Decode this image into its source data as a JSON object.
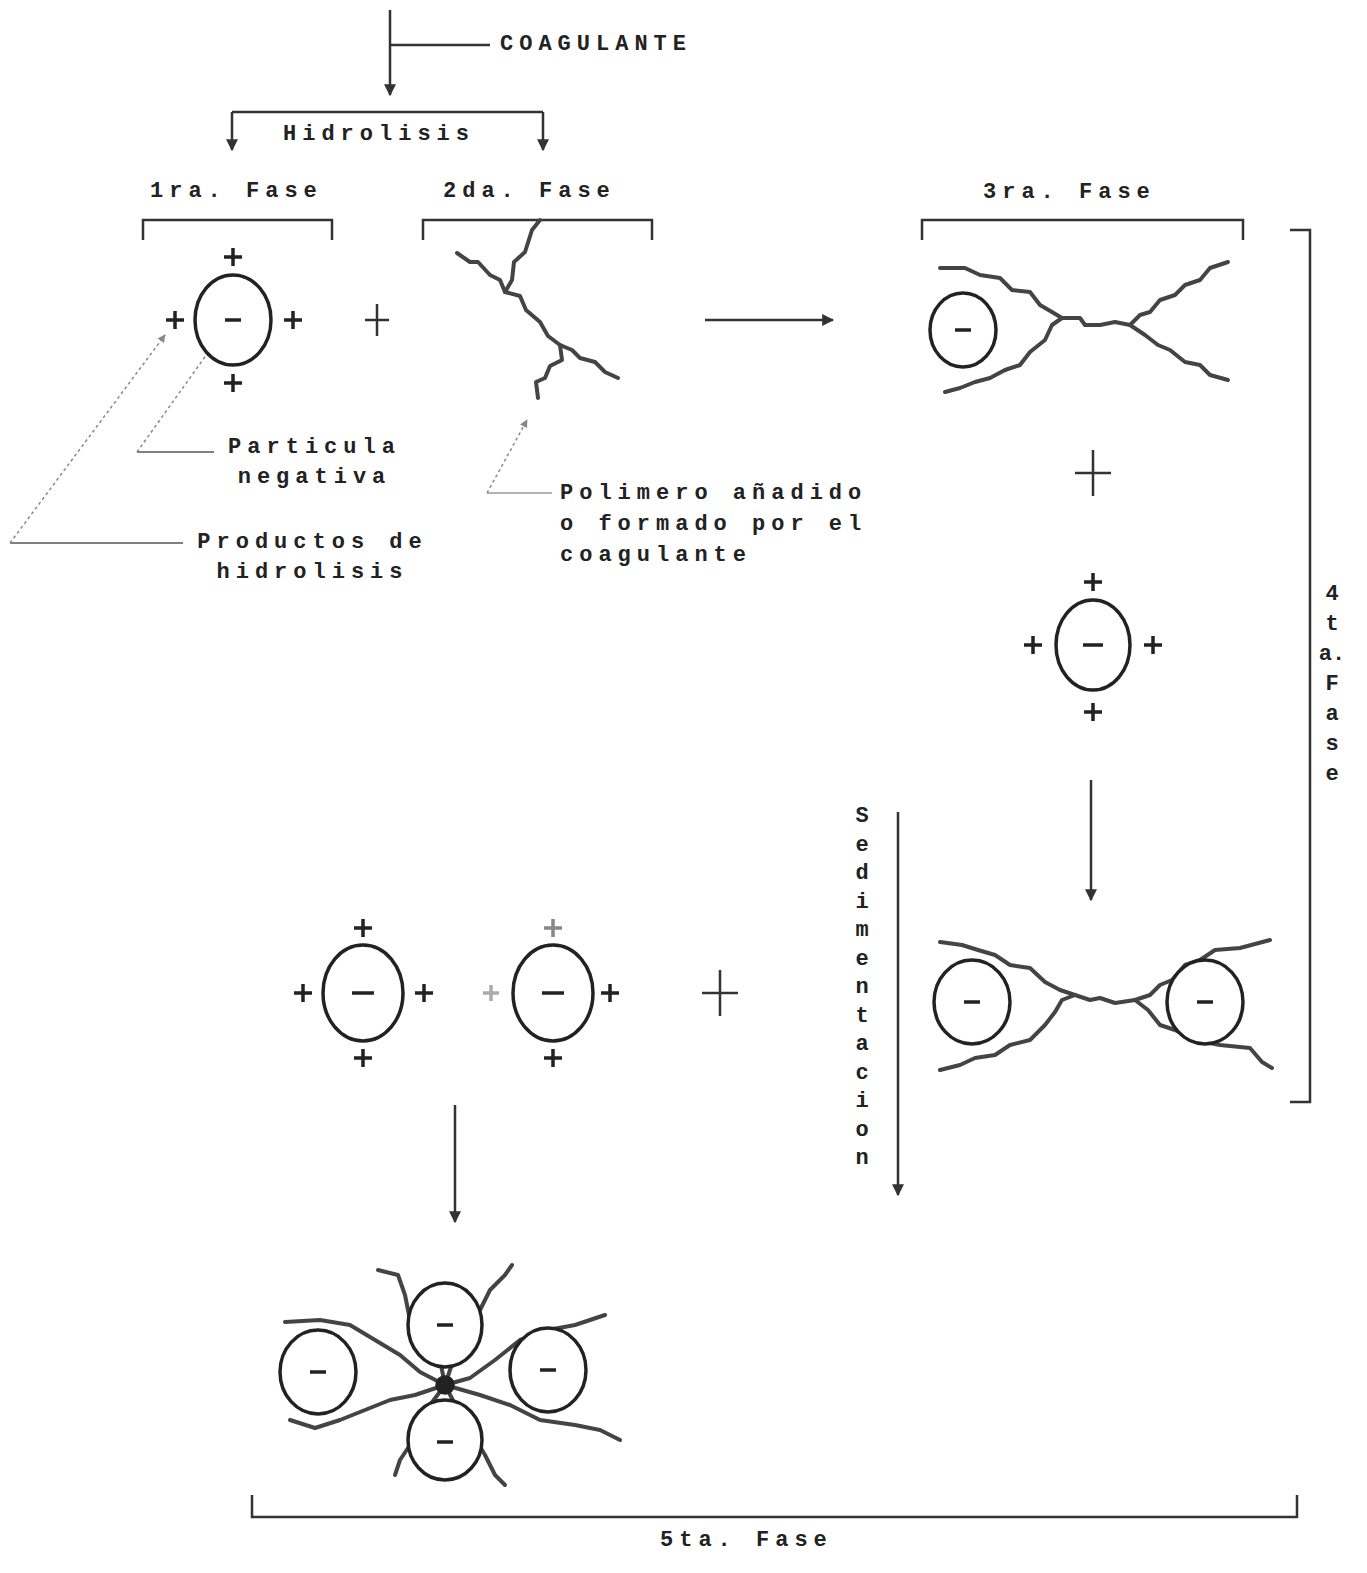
{
  "diagram": {
    "labels": [
      "COAGULANTE",
      "Hidrolisis",
      "1ra. Fase",
      "2da. Fase",
      "3ra. Fase",
      "Particula negativa",
      "Productos de hidrolisis",
      "Polimero añadido o formado por el coagulante",
      "4ta. Fase",
      "Sedimentacion",
      "5ta. Fase"
    ]
  }
}
